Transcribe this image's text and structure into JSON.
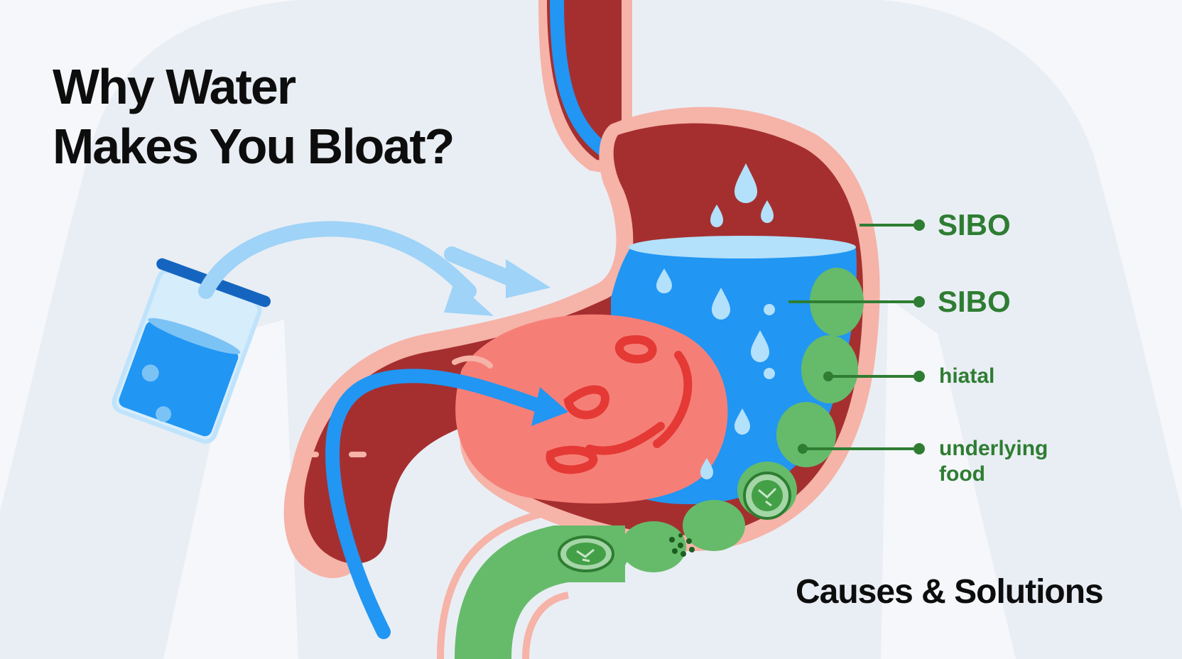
{
  "title": {
    "line1": "Why Water",
    "line2": "Makes You Bloat?"
  },
  "labels": [
    {
      "text": "SIBO"
    },
    {
      "text": "SIBO"
    },
    {
      "text": "hiatal"
    },
    {
      "text": "underlying\nfood"
    }
  ],
  "footer": "Causes & Solutions",
  "colors": {
    "background": "#f5f7fa",
    "body_silhouette": "#e9eef4",
    "stomach_wall": "#a52f2f",
    "stomach_lining": "#f6b3a8",
    "water": "#2196f3",
    "water_light": "#b3e0fb",
    "food_mass": "#f57f77",
    "bacteria": "#66bb6a",
    "label_green": "#2e7d32",
    "arrow_light_blue": "#9fd3f7"
  },
  "icons": [
    "water-glass-icon",
    "water-drop-icon",
    "bacteria-icon",
    "flow-arrow-icon"
  ]
}
